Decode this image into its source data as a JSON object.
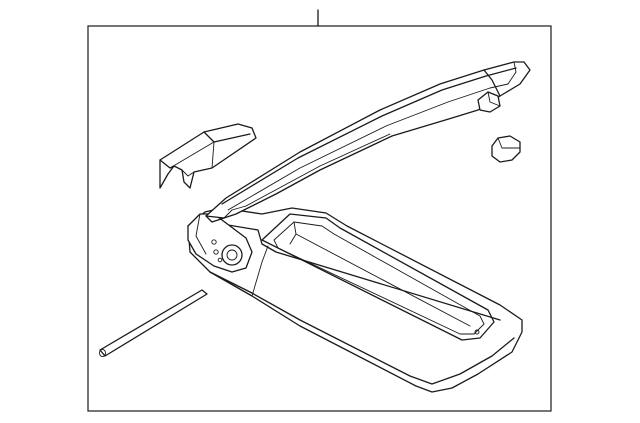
{
  "diagram": {
    "parts": [
      "callout-leader",
      "frame",
      "armrest-lid",
      "lid-hinge-stop",
      "rubber-bumper",
      "hinge-cover",
      "console-box",
      "hinge-pin"
    ]
  }
}
